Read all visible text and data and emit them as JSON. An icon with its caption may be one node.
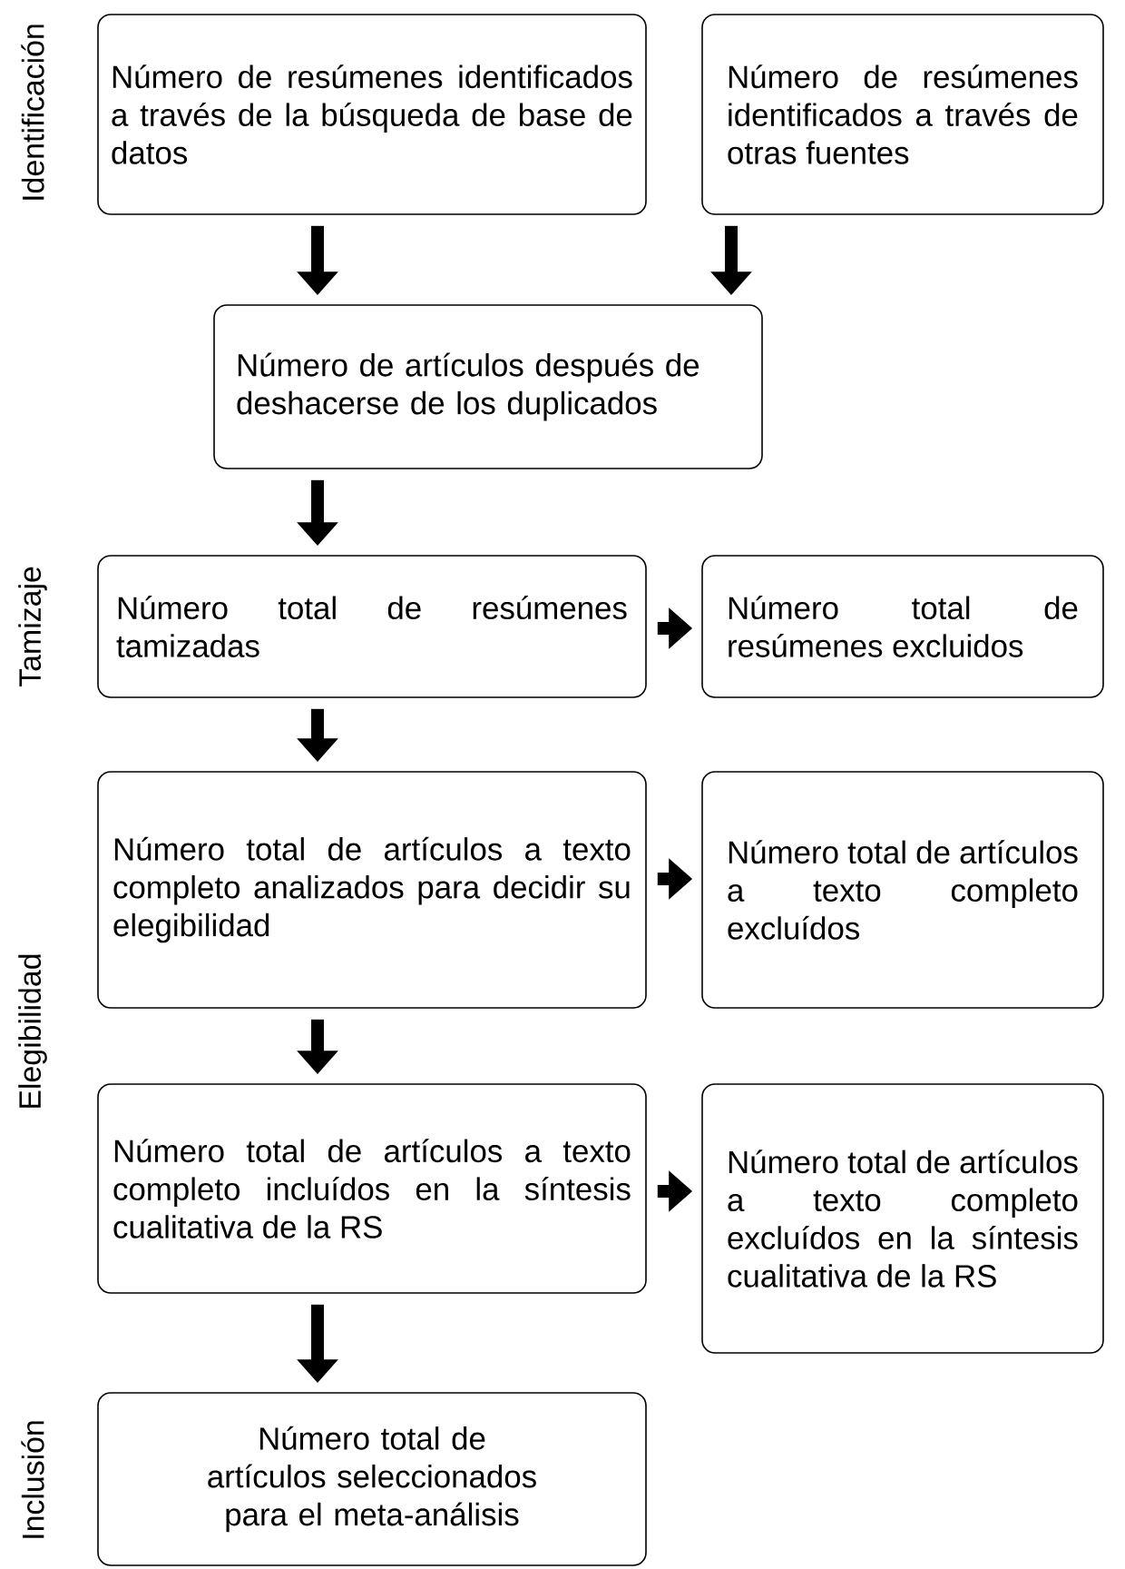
{
  "diagram": {
    "nodes": [
      {
        "text": [
          "Número de resúmenes identificados a través de la búsqueda de base de datos"
        ]
      },
      {
        "text": [
          "Número de resúmenes identificados a través de otras fuentes"
        ]
      },
      {
        "text": [
          "Número de artículos después de deshacerse de los duplicados"
        ]
      },
      {
        "text": [
          "Número total de resúmenes tamizadas"
        ]
      },
      {
        "text": [
          "Número total de resúmenes excluidos"
        ]
      },
      {
        "text": [
          "Número total de artículos a texto completo analizados para decidir su elegibilidad"
        ]
      },
      {
        "text": [
          "Número total de artículos a texto completo excluídos"
        ]
      },
      {
        "text": [
          "Número total de artículos a texto completo incluídos en la síntesis cualitativa de la RS"
        ]
      },
      {
        "text": [
          "Número total de artículos a texto completo excluídos en la síntesis cualitativa de la RS"
        ]
      },
      {
        "text": [
          "Número total de artículos seleccionados para el meta-análisis"
        ]
      }
    ],
    "edges": [
      {
        "from": 0,
        "to": 2,
        "arrow": "to"
      },
      {
        "from": 1,
        "to": 2,
        "arrow": "to"
      },
      {
        "from": 2,
        "to": 3,
        "arrow": "to"
      },
      {
        "from": 3,
        "to": 4,
        "arrow": "to"
      },
      {
        "from": 3,
        "to": 5,
        "arrow": "to"
      },
      {
        "from": 5,
        "to": 6,
        "arrow": "to"
      },
      {
        "from": 5,
        "to": 7,
        "arrow": "to"
      },
      {
        "from": 7,
        "to": 8,
        "arrow": "to"
      },
      {
        "from": 7,
        "to": 9,
        "arrow": "to"
      }
    ],
    "labels": [
      "Identificación",
      "Tamizaje",
      "Elegibilidad",
      "Inclusión"
    ]
  }
}
